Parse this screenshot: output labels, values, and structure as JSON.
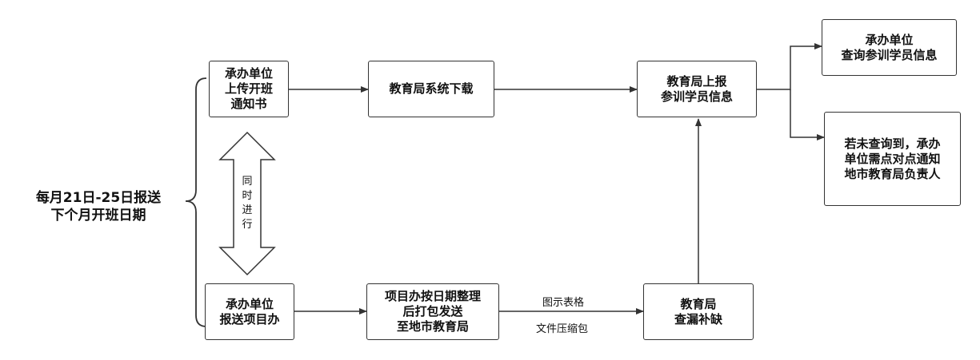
{
  "left_label": "每月21日-25日报送\n下个月开班日期",
  "boxes": {
    "upload": "承办单位\n上传开班\n通知书",
    "download": "教育局系统下载",
    "report": "教育局上报\n参训学员信息",
    "query": "承办单位\n查询参训学员信息",
    "not_found": "若未查询到，承办\n单位需点对点通知\n地市教育局负责人",
    "submit": "承办单位\n报送项目办",
    "package": "项目办按日期整理\n后打包发送\n至地市教育局",
    "check": "教育局\n查漏补缺"
  },
  "simultaneous": "同\n时\n进\n行",
  "edge_labels": {
    "table": "图示表格",
    "zip": "文件压缩包"
  }
}
